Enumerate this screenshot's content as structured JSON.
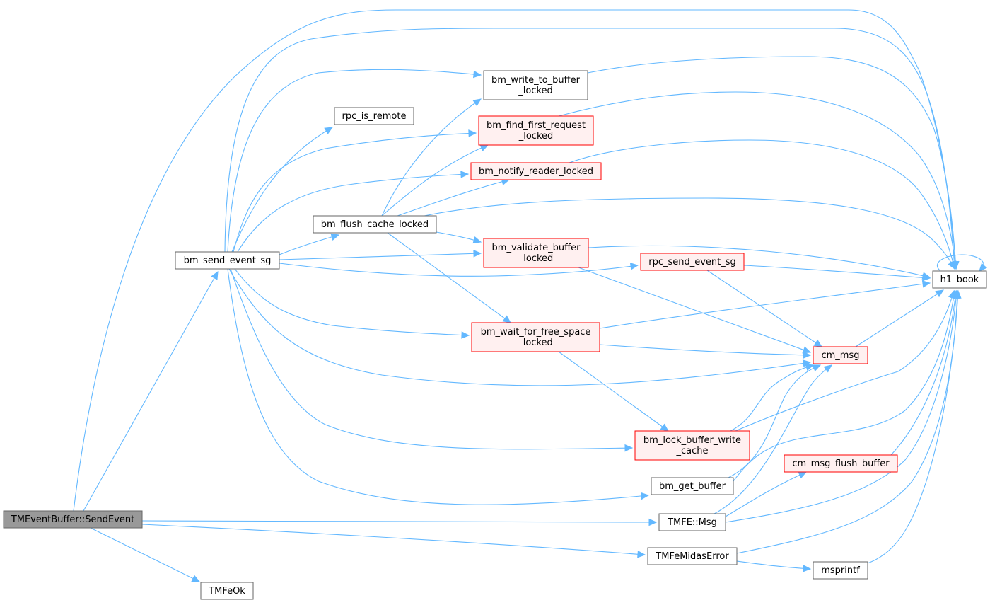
{
  "colors": {
    "edge": "#63b8ff",
    "node_default_border": "#666666",
    "node_default_fill": "#ffffff",
    "node_red_border": "#ff0000",
    "node_red_fill": "#fff0f0",
    "node_root_fill": "#999999",
    "node_root_border": "#666666"
  },
  "graph": {
    "nodes": [
      {
        "id": "send_event",
        "lines": [
          "TMEventBuffer::SendEvent"
        ],
        "style": "root"
      },
      {
        "id": "bm_send_event_sg",
        "lines": [
          "bm_send_event_sg"
        ],
        "style": "default"
      },
      {
        "id": "h1_book",
        "lines": [
          "h1_book"
        ],
        "style": "default"
      },
      {
        "id": "tmfe_msg",
        "lines": [
          "TMFE::Msg"
        ],
        "style": "default"
      },
      {
        "id": "tmfe_midas_error",
        "lines": [
          "TMFeMidasError"
        ],
        "style": "default"
      },
      {
        "id": "tmfe_ok",
        "lines": [
          "TMFeOk"
        ],
        "style": "default"
      },
      {
        "id": "bm_flush_cache_locked",
        "lines": [
          "bm_flush_cache_locked"
        ],
        "style": "default"
      },
      {
        "id": "bm_find_first_request_locked",
        "lines": [
          "bm_find_first_request",
          "_locked"
        ],
        "style": "red"
      },
      {
        "id": "bm_get_buffer",
        "lines": [
          "bm_get_buffer"
        ],
        "style": "default"
      },
      {
        "id": "bm_lock_buffer_write_cache",
        "lines": [
          "bm_lock_buffer_write",
          "_cache"
        ],
        "style": "red"
      },
      {
        "id": "bm_notify_reader_locked",
        "lines": [
          "bm_notify_reader_locked"
        ],
        "style": "red"
      },
      {
        "id": "bm_validate_buffer_locked",
        "lines": [
          "bm_validate_buffer",
          "_locked"
        ],
        "style": "red"
      },
      {
        "id": "bm_wait_for_free_space_locked",
        "lines": [
          "bm_wait_for_free_space",
          "_locked"
        ],
        "style": "red"
      },
      {
        "id": "bm_write_to_buffer_locked",
        "lines": [
          "bm_write_to_buffer",
          "_locked"
        ],
        "style": "default"
      },
      {
        "id": "cm_msg",
        "lines": [
          "cm_msg"
        ],
        "style": "red"
      },
      {
        "id": "rpc_is_remote",
        "lines": [
          "rpc_is_remote"
        ],
        "style": "default"
      },
      {
        "id": "rpc_send_event_sg",
        "lines": [
          "rpc_send_event_sg"
        ],
        "style": "red"
      },
      {
        "id": "cm_msg_flush_buffer",
        "lines": [
          "cm_msg_flush_buffer"
        ],
        "style": "red"
      },
      {
        "id": "msprintf",
        "lines": [
          "msprintf"
        ],
        "style": "default"
      }
    ],
    "edges": [
      [
        "send_event",
        "bm_send_event_sg"
      ],
      [
        "send_event",
        "h1_book"
      ],
      [
        "send_event",
        "tmfe_msg"
      ],
      [
        "send_event",
        "tmfe_midas_error"
      ],
      [
        "send_event",
        "tmfe_ok"
      ],
      [
        "bm_send_event_sg",
        "bm_flush_cache_locked"
      ],
      [
        "bm_send_event_sg",
        "bm_find_first_request_locked"
      ],
      [
        "bm_send_event_sg",
        "bm_get_buffer"
      ],
      [
        "bm_send_event_sg",
        "bm_lock_buffer_write_cache"
      ],
      [
        "bm_send_event_sg",
        "bm_notify_reader_locked"
      ],
      [
        "bm_send_event_sg",
        "bm_validate_buffer_locked"
      ],
      [
        "bm_send_event_sg",
        "bm_wait_for_free_space_locked"
      ],
      [
        "bm_send_event_sg",
        "bm_write_to_buffer_locked"
      ],
      [
        "bm_send_event_sg",
        "cm_msg"
      ],
      [
        "bm_send_event_sg",
        "h1_book"
      ],
      [
        "bm_send_event_sg",
        "rpc_is_remote"
      ],
      [
        "bm_send_event_sg",
        "rpc_send_event_sg"
      ],
      [
        "bm_flush_cache_locked",
        "bm_find_first_request_locked"
      ],
      [
        "bm_flush_cache_locked",
        "bm_notify_reader_locked"
      ],
      [
        "bm_flush_cache_locked",
        "bm_validate_buffer_locked"
      ],
      [
        "bm_flush_cache_locked",
        "bm_wait_for_free_space_locked"
      ],
      [
        "bm_flush_cache_locked",
        "bm_write_to_buffer_locked"
      ],
      [
        "bm_flush_cache_locked",
        "h1_book"
      ],
      [
        "bm_find_first_request_locked",
        "h1_book"
      ],
      [
        "bm_get_buffer",
        "cm_msg"
      ],
      [
        "bm_get_buffer",
        "h1_book"
      ],
      [
        "bm_lock_buffer_write_cache",
        "cm_msg"
      ],
      [
        "bm_lock_buffer_write_cache",
        "h1_book"
      ],
      [
        "bm_notify_reader_locked",
        "h1_book"
      ],
      [
        "bm_validate_buffer_locked",
        "cm_msg"
      ],
      [
        "bm_validate_buffer_locked",
        "h1_book"
      ],
      [
        "bm_wait_for_free_space_locked",
        "bm_lock_buffer_write_cache"
      ],
      [
        "bm_wait_for_free_space_locked",
        "cm_msg"
      ],
      [
        "bm_wait_for_free_space_locked",
        "h1_book"
      ],
      [
        "bm_write_to_buffer_locked",
        "h1_book"
      ],
      [
        "cm_msg",
        "h1_book"
      ],
      [
        "rpc_send_event_sg",
        "cm_msg"
      ],
      [
        "rpc_send_event_sg",
        "h1_book"
      ],
      [
        "h1_book",
        "h1_book"
      ],
      [
        "tmfe_msg",
        "cm_msg"
      ],
      [
        "tmfe_msg",
        "cm_msg_flush_buffer"
      ],
      [
        "tmfe_msg",
        "h1_book"
      ],
      [
        "cm_msg_flush_buffer",
        "h1_book"
      ],
      [
        "tmfe_midas_error",
        "h1_book"
      ],
      [
        "tmfe_midas_error",
        "msprintf"
      ],
      [
        "msprintf",
        "h1_book"
      ]
    ]
  }
}
